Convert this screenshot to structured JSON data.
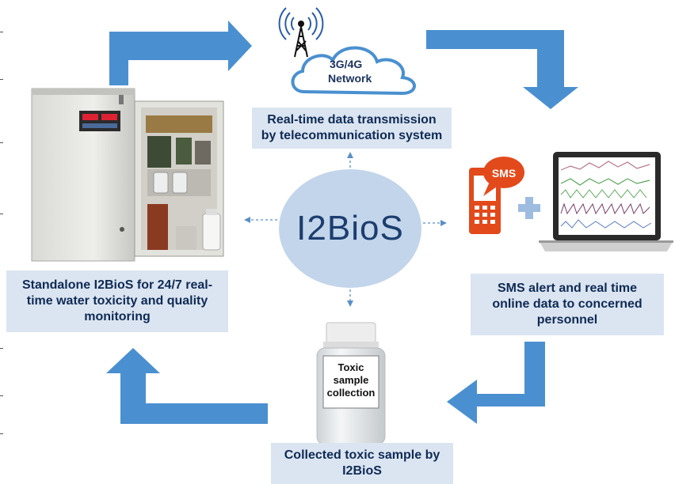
{
  "hub": {
    "label": "I2BioS"
  },
  "network": {
    "line1": "3G/4G",
    "line2": "Network"
  },
  "captions": {
    "transmission": {
      "line1": "Real-time data transmission",
      "line2": "by telecommunication system"
    },
    "standalone": {
      "line1": "Standalone I2BioS for 24/7 real-",
      "line2": "time water toxicity and quality",
      "line3": "monitoring"
    },
    "sms_alert": {
      "line1": "SMS alert and real time",
      "line2": "online data to concerned",
      "line3": "personnel"
    },
    "collected": {
      "line1": "Collected toxic sample by",
      "line2": "I2BioS"
    }
  },
  "phone": {
    "bubble_label": "SMS"
  },
  "bottle": {
    "line1": "Toxic",
    "line2": "sample",
    "line3": "collection"
  },
  "colors": {
    "arrow": "#4a90d0",
    "caption_bg": "#dbe5f1",
    "hub": "#c3d5ea",
    "sms": "#e24a1c",
    "dashed": "#5b8fc7"
  }
}
